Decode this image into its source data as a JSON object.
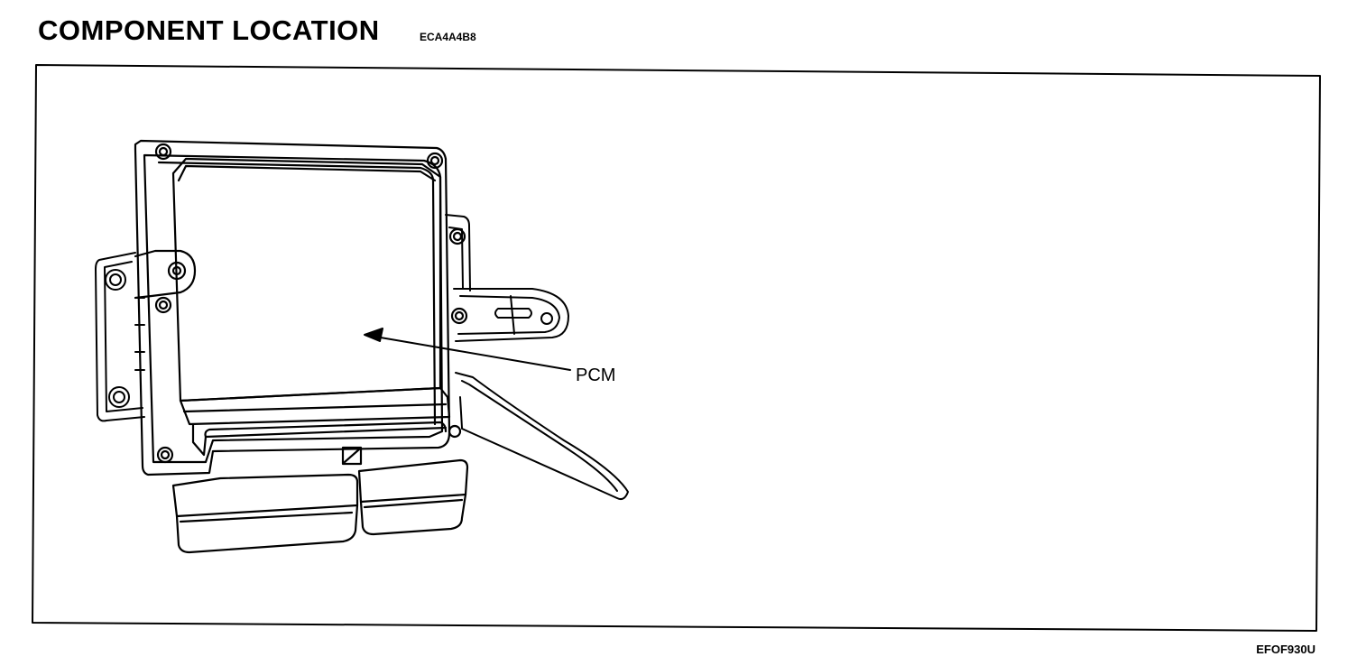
{
  "header": {
    "title": "COMPONENT LOCATION",
    "doc_code": "ECA4A4B8"
  },
  "figure": {
    "callouts": [
      {
        "label": "PCM"
      }
    ],
    "figure_code": "EFOF930U"
  },
  "colors": {
    "ink": "#000000",
    "paper": "#ffffff"
  }
}
